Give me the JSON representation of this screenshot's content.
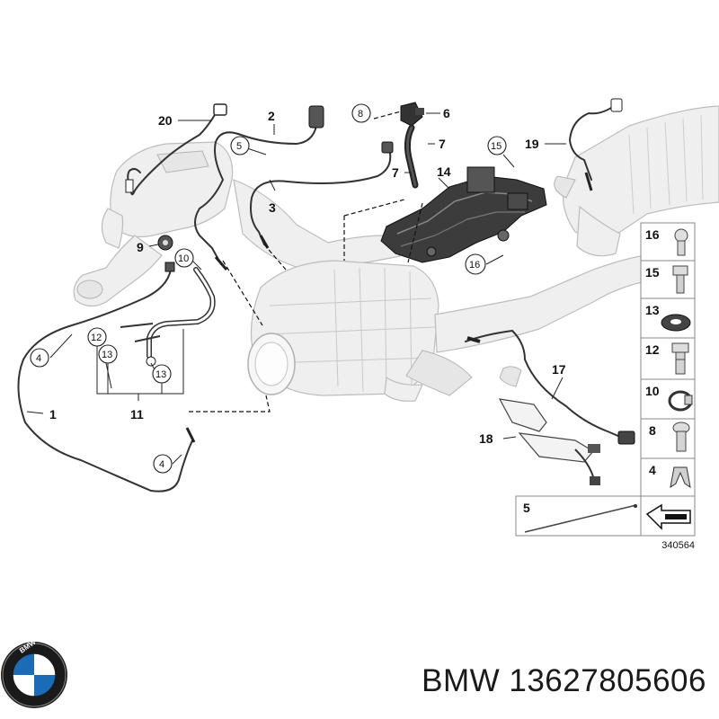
{
  "diagram": {
    "callouts": {
      "c20": "20",
      "c2": "2",
      "c5": "5",
      "c8": "8",
      "c6": "6",
      "c7a": "7",
      "c7b": "7",
      "c15": "15",
      "c19": "19",
      "c14": "14",
      "c3": "3",
      "c9": "9",
      "c10": "10",
      "c16": "16",
      "c4a": "4",
      "c12": "12",
      "c13a": "13",
      "c13b": "13",
      "c11": "11",
      "c1": "1",
      "c17": "17",
      "c18": "18",
      "c4b": "4"
    },
    "legend": {
      "items": [
        "16",
        "15",
        "13",
        "12",
        "10",
        "8",
        "4"
      ],
      "bottom_label": "5"
    },
    "diagram_number": "340564"
  },
  "footer": {
    "brand_text": "BMW 13627805606",
    "logo_letters": "BMW"
  }
}
